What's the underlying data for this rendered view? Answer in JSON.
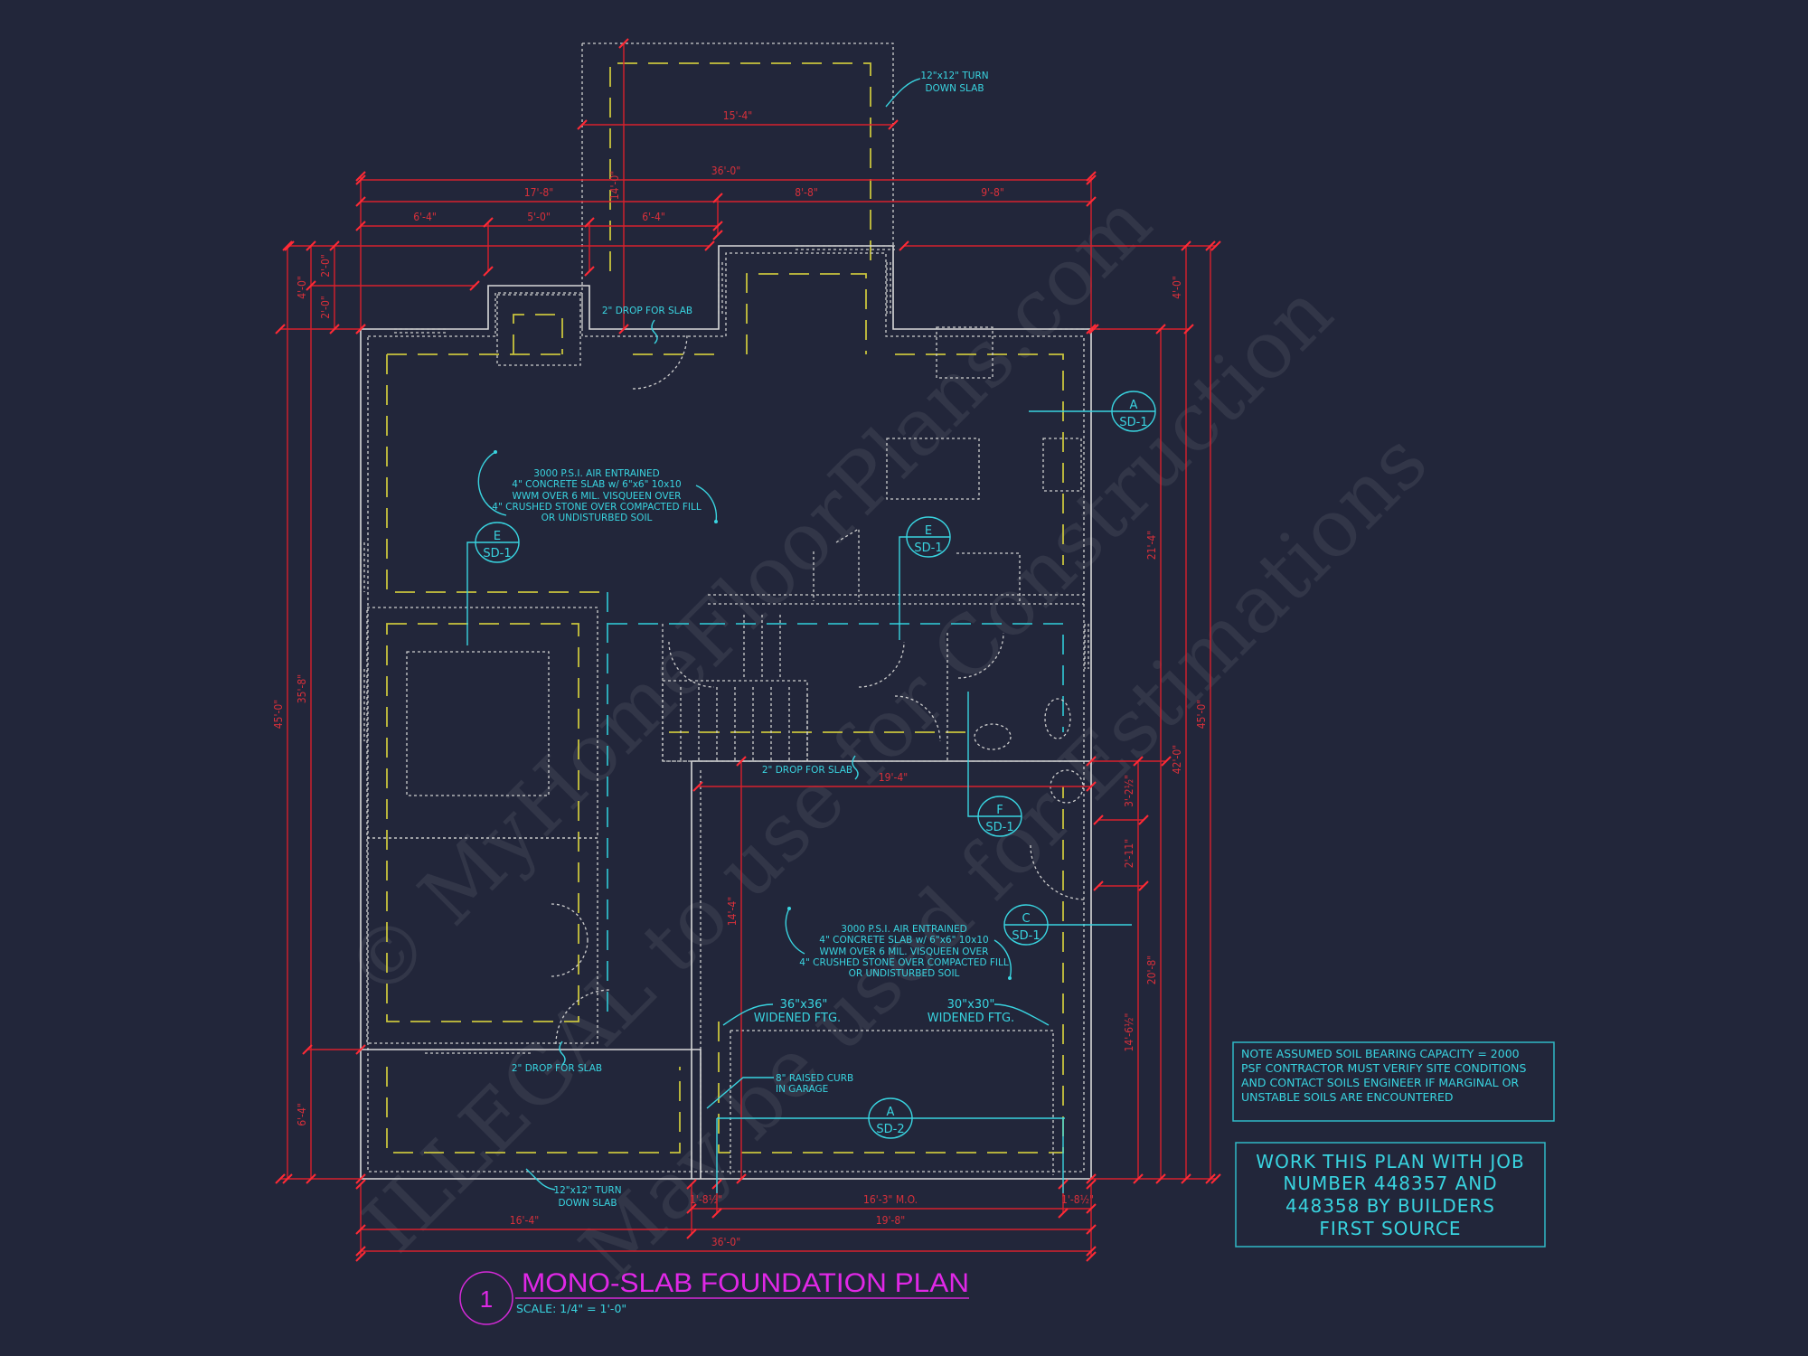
{
  "title": {
    "number": "1",
    "text": "MONO-SLAB FOUNDATION PLAN",
    "scale": "SCALE: 1/4\" = 1'-0\""
  },
  "dims": {
    "top_overall": "36'-0\"",
    "top_a": "17'-8\"",
    "top_b": "8'-8\"",
    "top_c": "9'-8\"",
    "top_d": "6'-4\"",
    "top_e": "5'-0\"",
    "top_f": "6'-4\"",
    "porch_width": "15'-4\"",
    "porch_depth": "14'-0\"",
    "left_overall": "45'-0\"",
    "left_a": "35'-8\"",
    "left_b": "4'-0\"",
    "left_c": "2'-0\"",
    "left_d": "2'-0\"",
    "left_e": "6'-4\"",
    "right_a": "4'-0\"",
    "right_b": "21'-4\"",
    "right_c": "42'-0\"",
    "right_d": "45'-0\"",
    "right_e": "20'-8\"",
    "right_f": "3'-2½\"",
    "right_g": "2'-11\"",
    "right_h": "14'-6½\"",
    "garage_width": "19'-4\"",
    "garage_depth": "14'-4\"",
    "bottom_a": "1'-8½\"",
    "bottom_b": "16'-3\" M.O.",
    "bottom_c": "1'-8½\"",
    "bottom_d": "16'-4\"",
    "bottom_e": "19'-8\"",
    "bottom_overall": "36'-0\""
  },
  "notes": {
    "slab_spec": [
      "3000 P.S.I. AIR ENTRAINED",
      "4\" CONCRETE SLAB w/ 6\"x6\" 10x10",
      "WWM OVER 6 MIL. VISQUEEN OVER",
      "4\" CRUSHED STONE OVER COMPACTED FILL",
      "OR UNDISTURBED SOIL"
    ],
    "drop_slab": "2\" DROP FOR SLAB",
    "turn_down": [
      "12\"x12\" TURN",
      "DOWN SLAB"
    ],
    "ftg_36": [
      "36\"x36\"",
      "WIDENED FTG."
    ],
    "ftg_30": [
      "30\"x30\"",
      "WIDENED FTG."
    ],
    "curb": [
      "8\" RAISED CURB",
      "IN GARAGE"
    ],
    "soil": [
      "NOTE ASSUMED SOIL BEARING CAPACITY = 2000",
      "PSF CONTRACTOR MUST VERIFY SITE CONDITIONS",
      "AND CONTACT SOILS ENGINEER IF MARGINAL OR",
      "UNSTABLE SOILS ARE ENCOUNTERED"
    ],
    "job": [
      "WORK THIS PLAN WITH JOB",
      "NUMBER 448357 AND",
      "448358 BY BUILDERS",
      "FIRST SOURCE"
    ]
  },
  "markers": [
    {
      "top": "A",
      "bottom": "SD-1"
    },
    {
      "top": "E",
      "bottom": "SD-1"
    },
    {
      "top": "E",
      "bottom": "SD-1"
    },
    {
      "top": "F",
      "bottom": "SD-1"
    },
    {
      "top": "C",
      "bottom": "SD-1"
    },
    {
      "top": "A",
      "bottom": "SD-2"
    }
  ],
  "watermark": [
    "© MyHomeFloorPlans.com",
    "ILLEGAL to use for Construction",
    "May be used for Estimations"
  ],
  "colors": {
    "background": "#22263a",
    "dimension": "#d8202c",
    "annotation": "#39d4e0",
    "footing": "#c9c43c",
    "wall": "#d9d9d9",
    "title": "#e028e6"
  }
}
